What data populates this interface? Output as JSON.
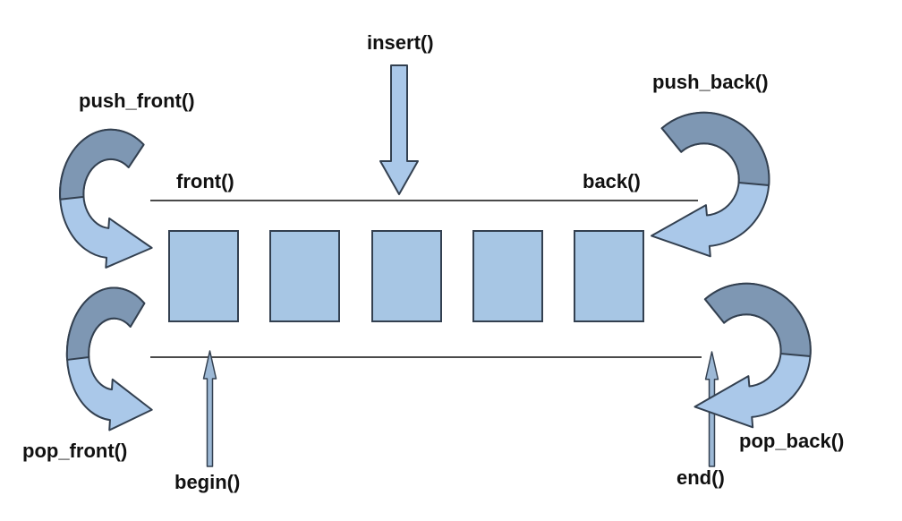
{
  "diagram": {
    "element_count": 5,
    "labels": {
      "insert": "insert()",
      "push_front": "push_front()",
      "push_back": "push_back()",
      "front": "front()",
      "back": "back()",
      "pop_front": "pop_front()",
      "pop_back": "pop_back()",
      "begin": "begin()",
      "end": "end()"
    },
    "colors": {
      "background": "#ffffff",
      "text": "#111111",
      "line": "#4a4a4a",
      "outline": "#334050",
      "element_fill": "#a7c6e4",
      "arrow_fill_light": "#aac8e9",
      "arrow_fill_dark": "#7e97b3",
      "thin_arrow_fill": "#9db9d6"
    }
  }
}
